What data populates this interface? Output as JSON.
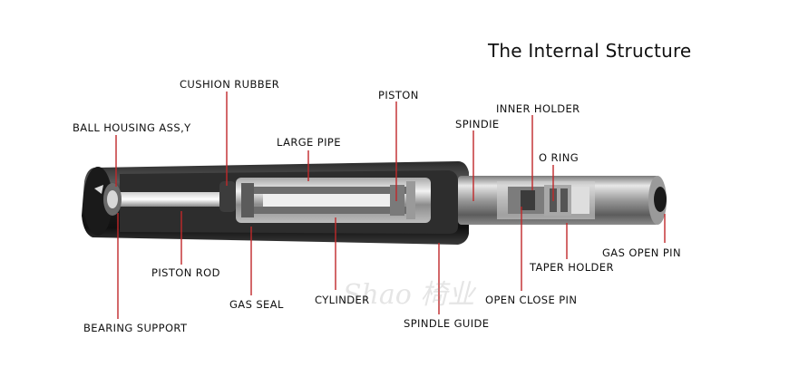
{
  "title": "The Internal Structure",
  "labels": {
    "cushion_rubber": "CUSHION RUBBER",
    "piston": "PISTON",
    "inner_holder": "INNER HOLDER",
    "ball_housing": "BALL HOUSING ASS,Y",
    "spindie": "SPINDIE",
    "large_pipe": "LARGE PIPE",
    "o_ring": "O RING",
    "gas_open_pin": "GAS OPEN PIN",
    "taper_holder": "TAPER HOLDER",
    "piston_rod": "PISTON ROD",
    "open_close_pin": "OPEN CLOSE PIN",
    "gas_seal": "GAS SEAL",
    "cylinder": "CYLINDER",
    "spindle_guide": "SPINDLE GUIDE",
    "bearing_support": "BEARING SUPPORT"
  },
  "colors": {
    "leader": "#c0282a",
    "body_dark": "#1e1e1e",
    "metal": "#b9b9b9"
  }
}
